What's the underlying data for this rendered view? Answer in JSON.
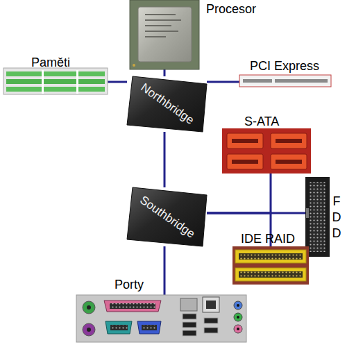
{
  "diagram": {
    "nodes": [
      {
        "text": [
          "Procesor"
        ]
      },
      {
        "text": [
          "Paměti"
        ]
      },
      {
        "text": [
          "PCI Express"
        ]
      },
      {
        "text": [
          "Northbridge"
        ]
      },
      {
        "text": [
          "S-ATA"
        ]
      },
      {
        "text": [
          "Southbridge"
        ]
      },
      {
        "text": [
          "F D D"
        ]
      },
      {
        "text": [
          "IDE RAID"
        ]
      },
      {
        "text": [
          "Porty"
        ]
      }
    ],
    "edges": [
      {
        "from": 0,
        "to": 3,
        "arrow": "none"
      },
      {
        "from": 1,
        "to": 3,
        "arrow": "none"
      },
      {
        "from": 3,
        "to": 2,
        "arrow": "none"
      },
      {
        "from": 3,
        "to": 5,
        "arrow": "none"
      },
      {
        "from": 5,
        "to": 4,
        "arrow": "none"
      },
      {
        "from": 5,
        "to": 6,
        "arrow": "none"
      },
      {
        "from": 5,
        "to": 7,
        "arrow": "none"
      },
      {
        "from": 5,
        "to": 8,
        "arrow": "none"
      }
    ]
  }
}
